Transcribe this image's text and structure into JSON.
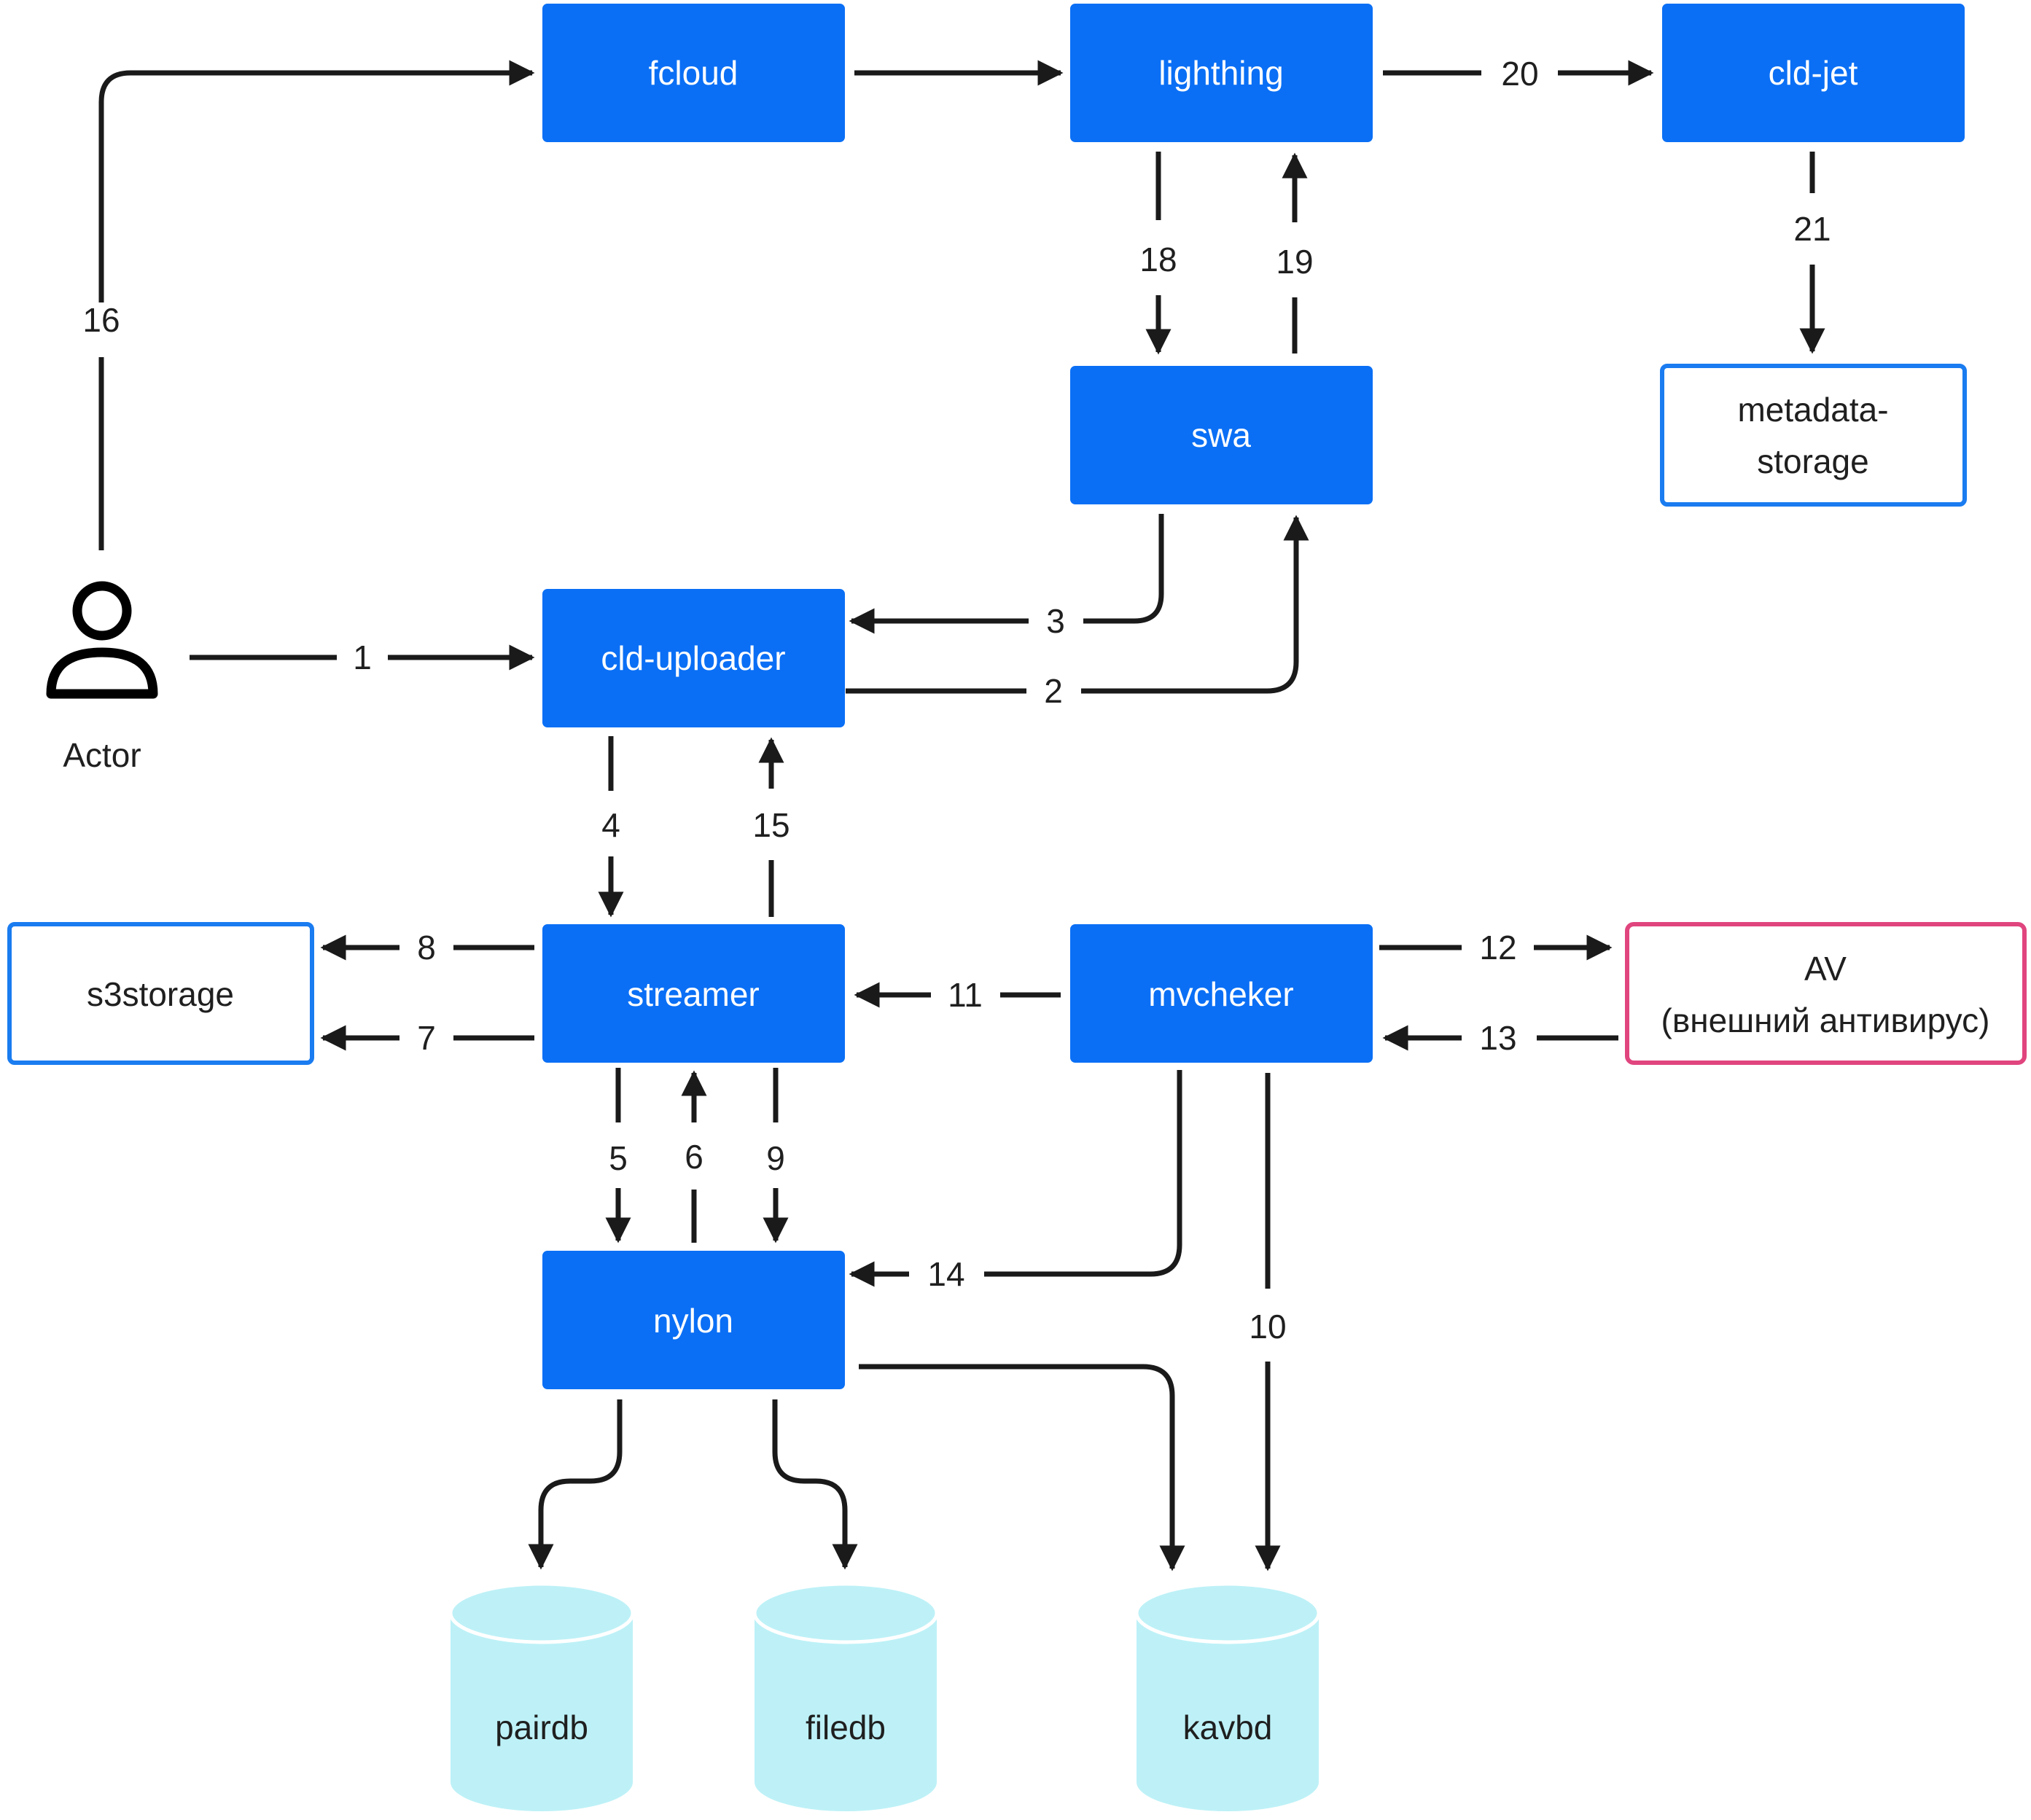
{
  "diagram": {
    "colors": {
      "service_fill": "#0a6ff5",
      "service_text": "#ffffff",
      "storage_border": "#1a7cf0",
      "external_border": "#e0457e",
      "db_fill": "#bdf1f7",
      "line": "#1a1a1a",
      "text": "#1f1f1f"
    },
    "actor": {
      "label": "Actor",
      "icon": "person-icon"
    },
    "nodes": {
      "fcloud": {
        "label": "fcloud"
      },
      "lighthing": {
        "label": "lighthing"
      },
      "cld_jet": {
        "label": "cld-jet"
      },
      "swa": {
        "label": "swa"
      },
      "metadata_storage": {
        "line1": "metadata-",
        "line2": "storage"
      },
      "cld_uploader": {
        "label": "cld-uploader"
      },
      "s3storage": {
        "label": "s3storage"
      },
      "streamer": {
        "label": "streamer"
      },
      "mvcheker": {
        "label": "mvcheker"
      },
      "av": {
        "line1": "AV",
        "line2": "(внешний антивирус)"
      },
      "nylon": {
        "label": "nylon"
      },
      "pairdb": {
        "label": "pairdb"
      },
      "filedb": {
        "label": "filedb"
      },
      "kavbd": {
        "label": "kavbd"
      }
    },
    "edge_labels": {
      "e1": "1",
      "e2": "2",
      "e3": "3",
      "e4": "4",
      "e5": "5",
      "e6": "6",
      "e7": "7",
      "e8": "8",
      "e9": "9",
      "e10": "10",
      "e11": "11",
      "e12": "12",
      "e13": "13",
      "e14": "14",
      "e15": "15",
      "e16": "16",
      "e18": "18",
      "e19": "19",
      "e20": "20",
      "e21": "21"
    }
  }
}
